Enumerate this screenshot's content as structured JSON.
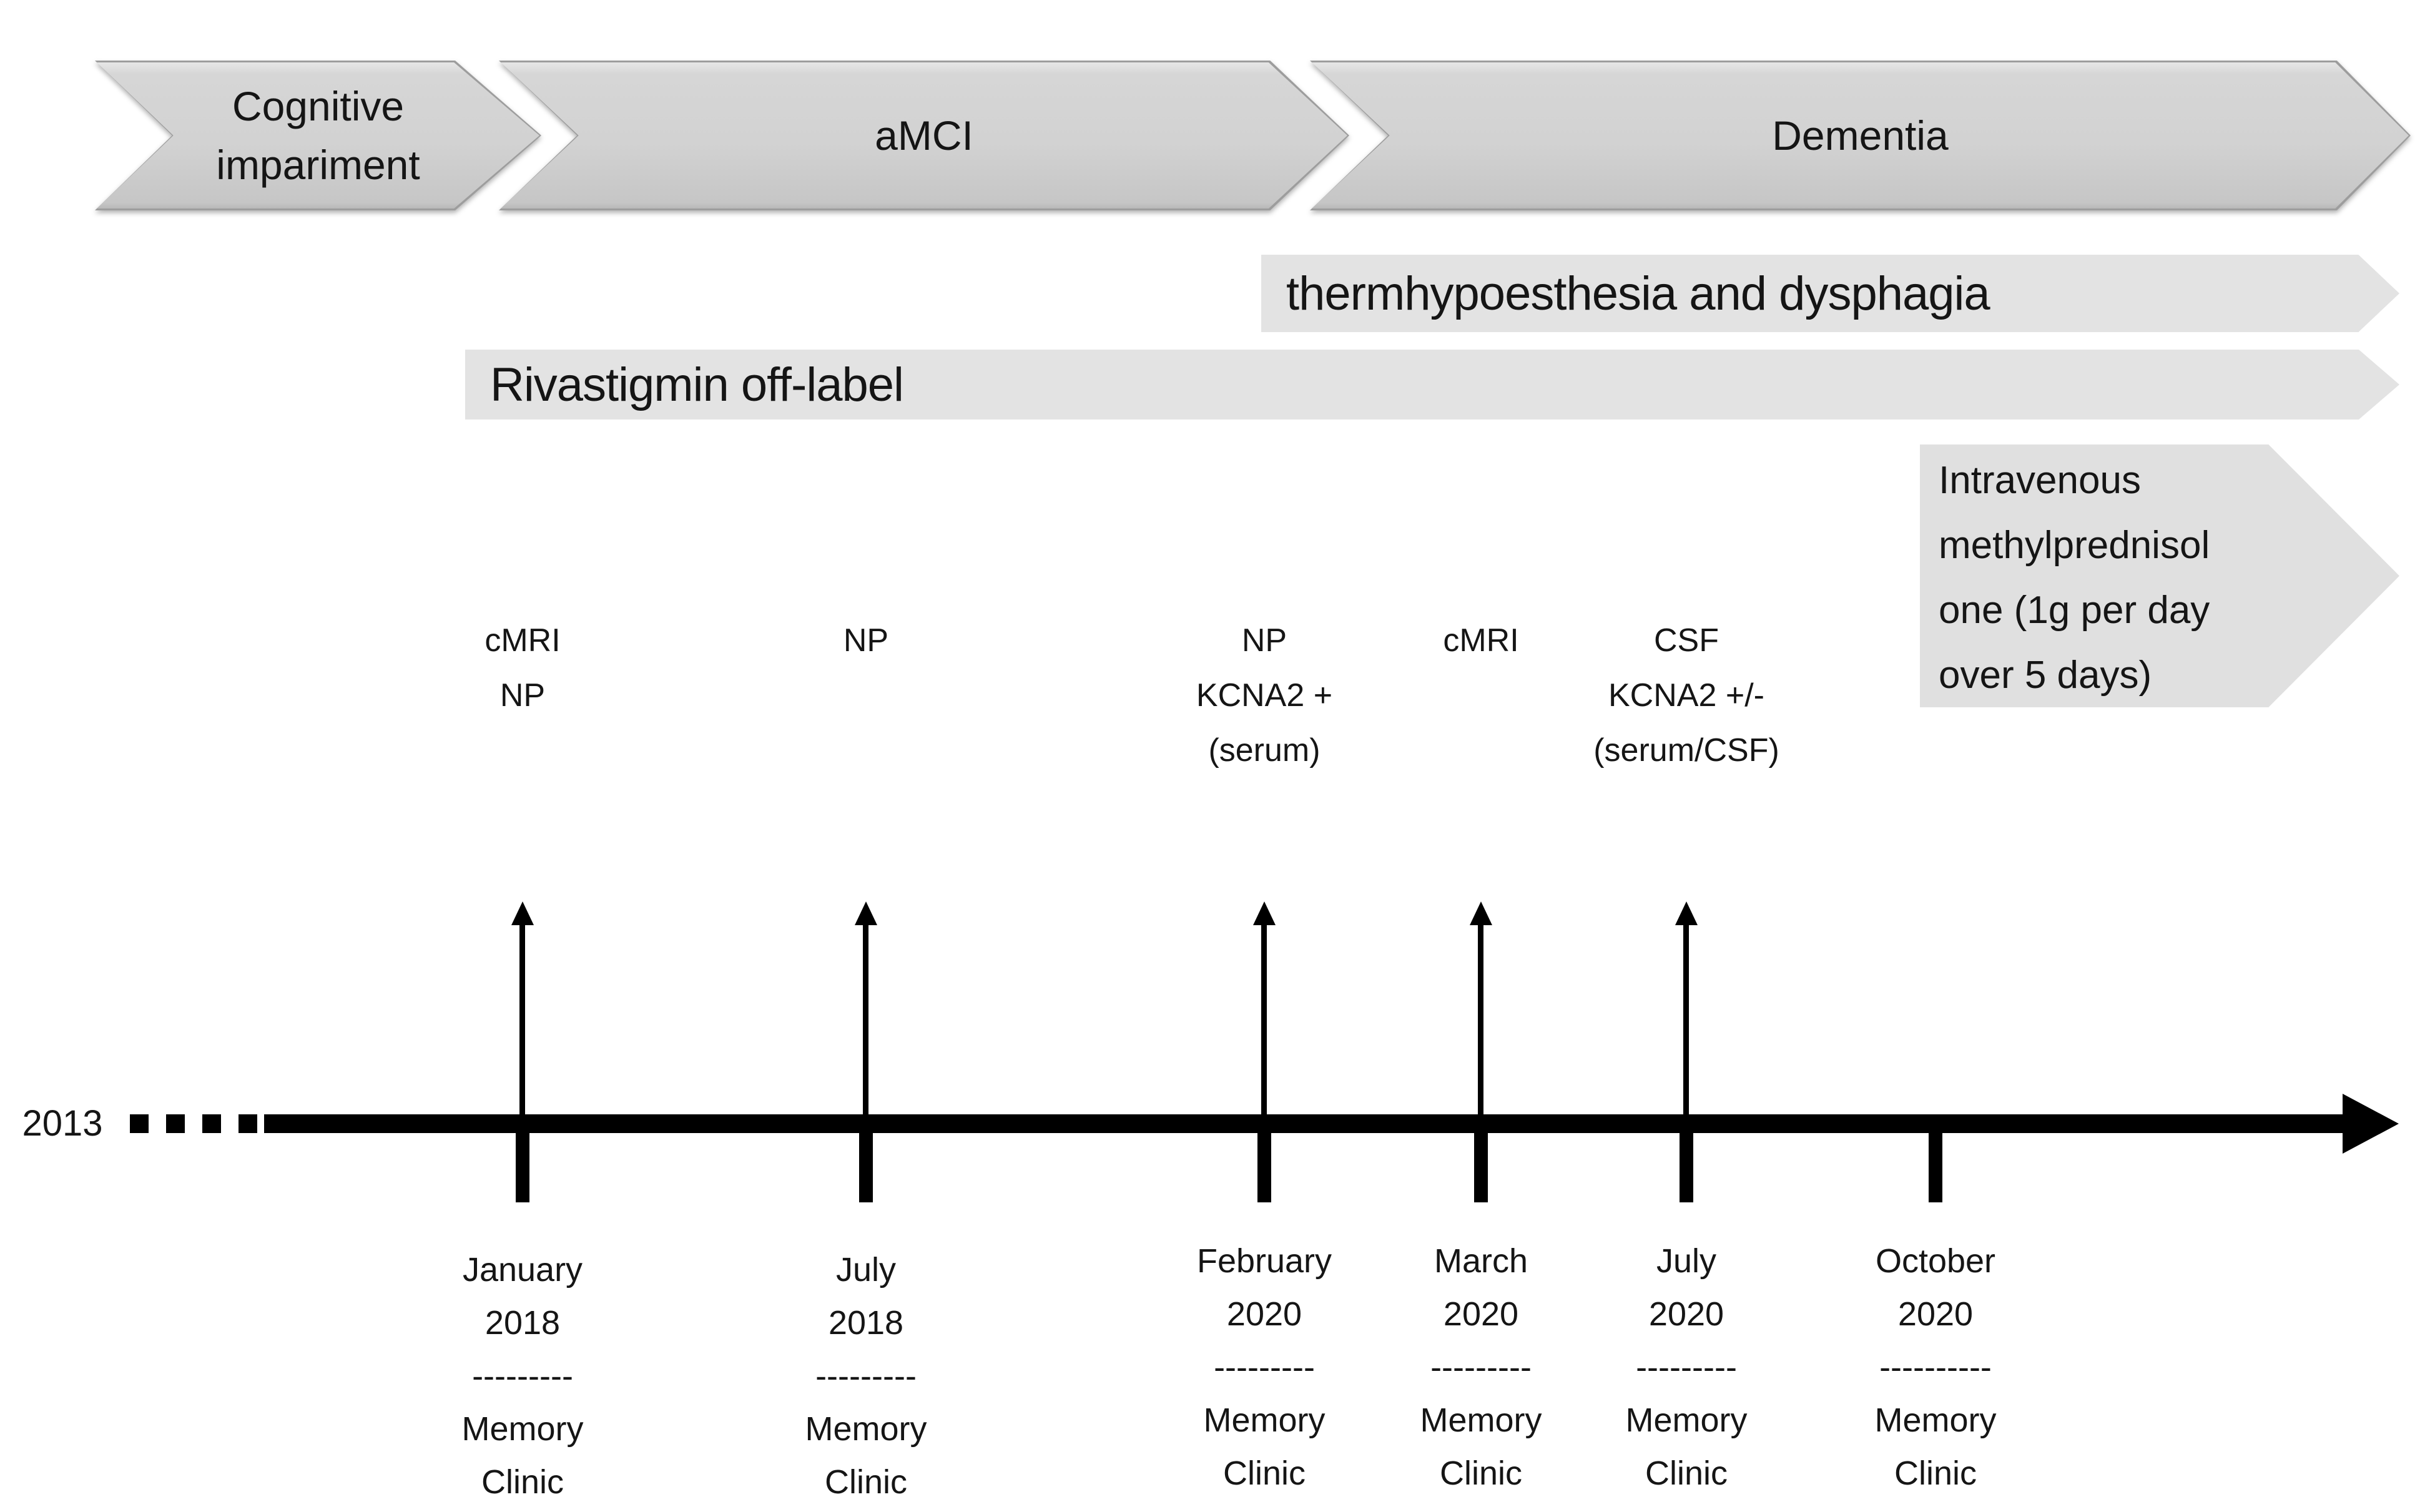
{
  "figure": {
    "background": "#ffffff",
    "accent_black": "#000000",
    "stage_fill": "#d2d2d2",
    "stage_border": "#9d9d9d",
    "bar_fill": "#e3e3e3",
    "callout_fill": "#e0e0e0"
  },
  "stages": {
    "items": [
      {
        "label": "Cognitive impariment"
      },
      {
        "label": "aMCI"
      },
      {
        "label": "Dementia"
      }
    ]
  },
  "duration_bars": [
    {
      "label": "thermhypoesthesia and dysphagia"
    },
    {
      "label": "Rivastigmin off-label"
    }
  ],
  "treatment_callout": {
    "label": "Intravenous\nmethylprednisol\none (1g per day\nover 5 days)"
  },
  "timeline": {
    "start_year": "2013",
    "events": [
      {
        "tests": "cMRI\nNP",
        "date": "January\n2018",
        "separator": "---------",
        "location": "Memory\nClinic"
      },
      {
        "tests": "NP",
        "date": "July\n2018",
        "separator": "---------",
        "location": "Memory\nClinic"
      },
      {
        "tests": "NP\nKCNA2 +\n(serum)",
        "date": "February\n2020",
        "separator": "---------",
        "location": "Memory\nClinic"
      },
      {
        "tests": "cMRI",
        "date": "March\n2020",
        "separator": "---------",
        "location": "Memory\nClinic"
      },
      {
        "tests": "CSF\nKCNA2 +/-\n(serum/CSF)",
        "date": "July\n2020",
        "separator": "---------",
        "location": "Memory\nClinic"
      },
      {
        "tests": "",
        "date": "October\n2020",
        "separator": "----------",
        "location": "Memory\nClinic"
      }
    ]
  }
}
